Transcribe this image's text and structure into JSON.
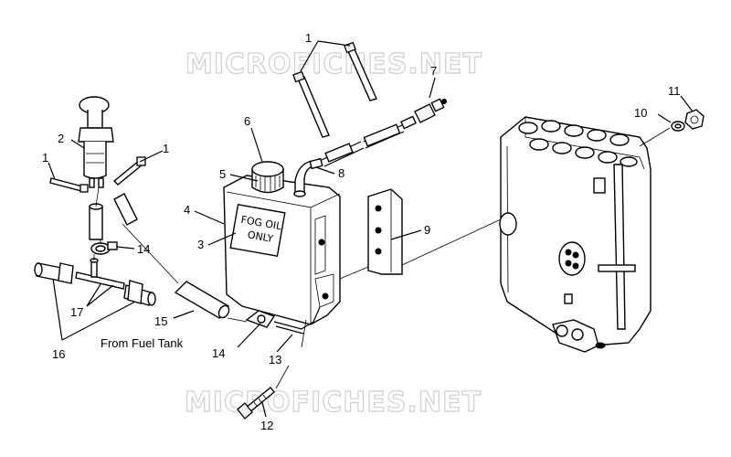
{
  "watermark_top": "MICROFICHES.NET",
  "watermark_bottom": "MICROFICHES.NET",
  "caption_fuel_tank": "From Fuel Tank",
  "tank_label": {
    "line1": "FOG OIL",
    "line2": "ONLY"
  },
  "callouts": {
    "c1_top": "1",
    "c1_right": "1",
    "c1_left": "1",
    "c2": "2",
    "c3": "3",
    "c4": "4",
    "c5": "5",
    "c6": "6",
    "c7": "7",
    "c8": "8",
    "c9": "9",
    "c10": "10",
    "c11": "11",
    "c12": "12",
    "c13": "13",
    "c14_left": "14",
    "c14_bottom": "14",
    "c15": "15",
    "c16": "16",
    "c17": "17"
  }
}
